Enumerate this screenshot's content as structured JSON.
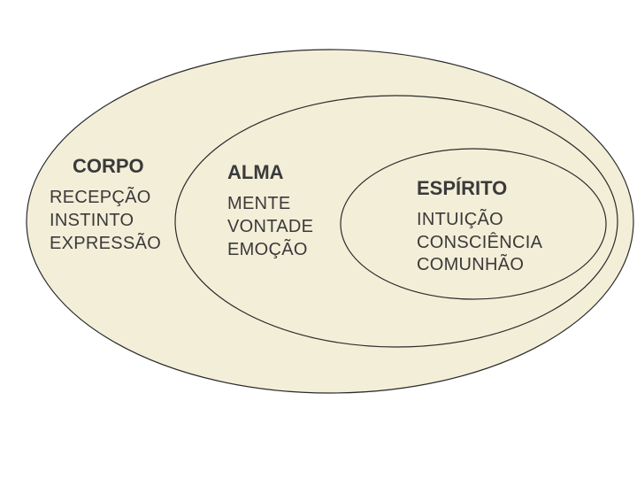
{
  "diagram": {
    "fill_color": "#f3eed8",
    "stroke_color": "#2b2b2b",
    "text_color": "#3a3a3a",
    "corpo": {
      "title": "CORPO",
      "items": [
        "RECEPÇÃO",
        "INSTINTO",
        "EXPRESSÃO"
      ]
    },
    "alma": {
      "title": "ALMA",
      "items": [
        "MENTE",
        "VONTADE",
        "EMOÇÃO"
      ]
    },
    "espirito": {
      "title": "ESPÍRITO",
      "items": [
        "INTUIÇÃO",
        "CONSCIÊNCIA",
        "COMUNHÃO"
      ]
    }
  }
}
